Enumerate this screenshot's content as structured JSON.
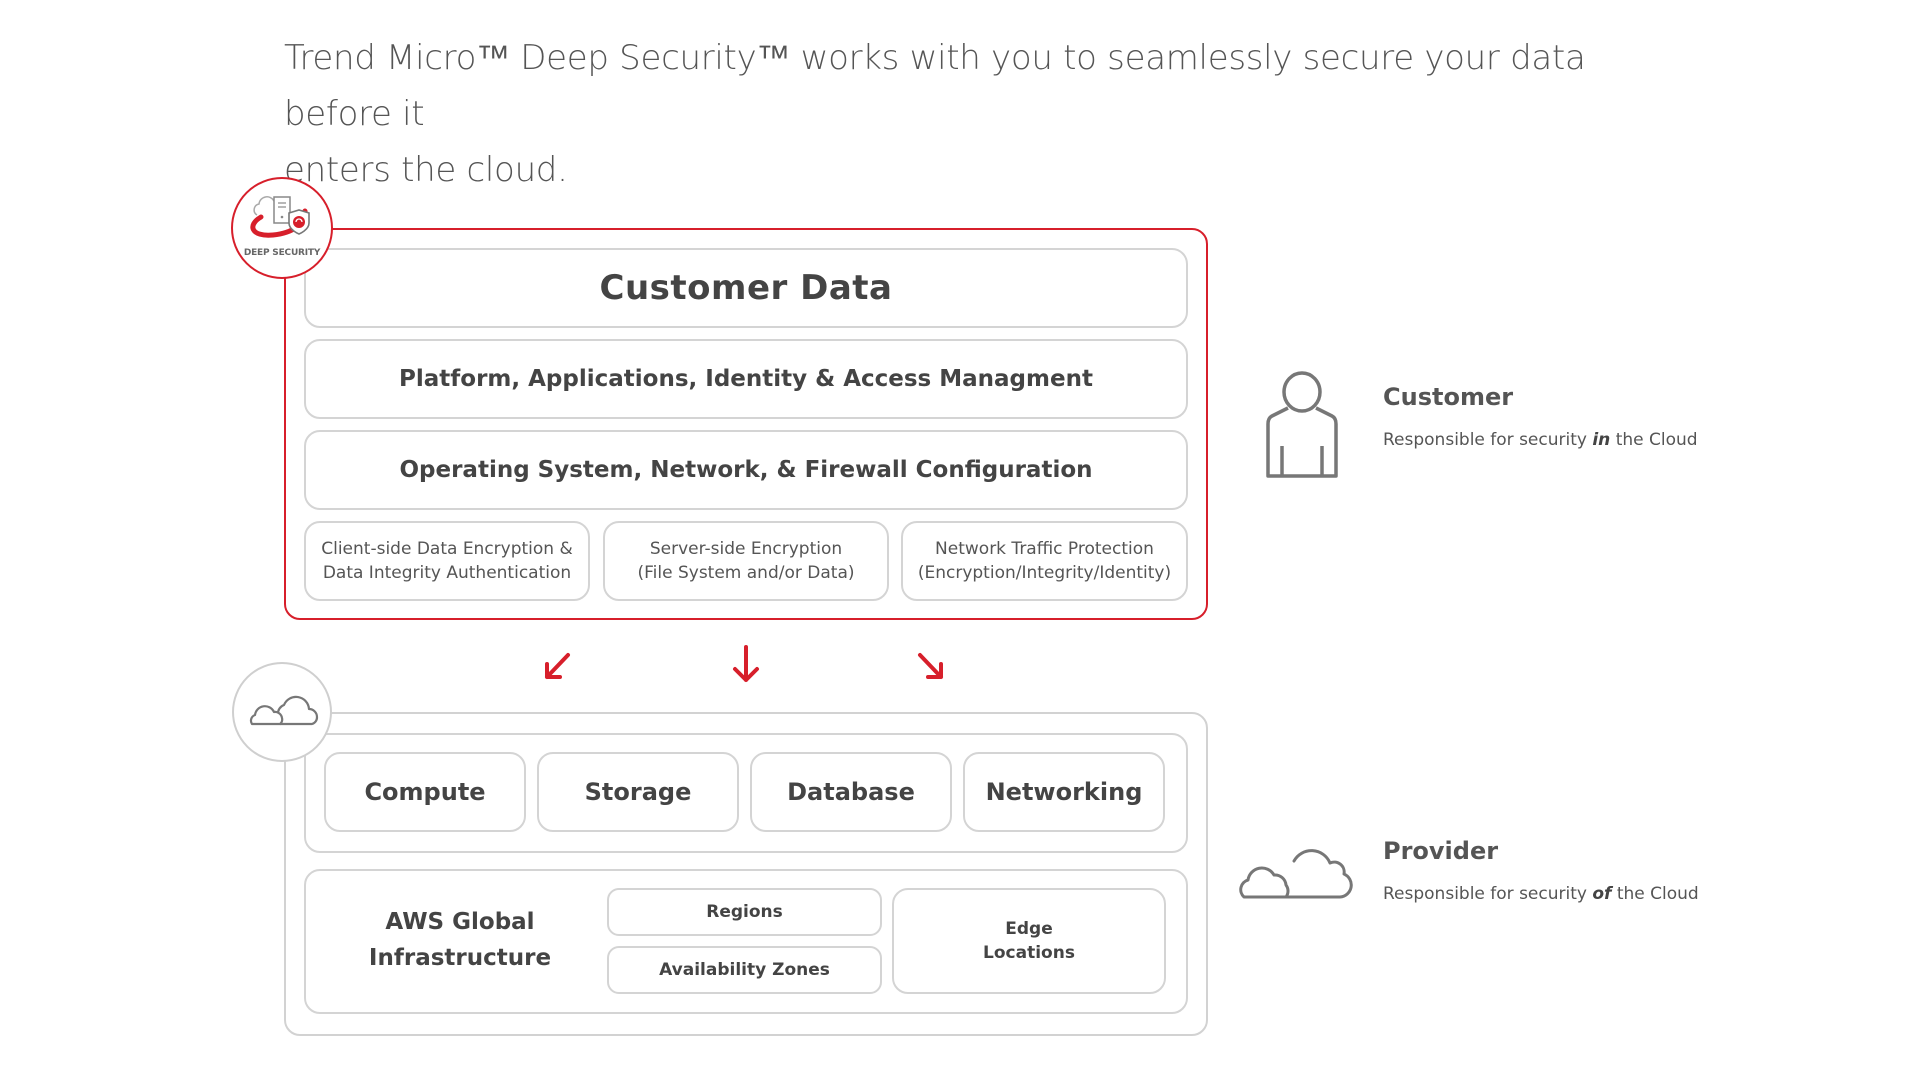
{
  "headline": {
    "line1": "Trend Micro™ Deep Security™ works with you to seamlessly secure your data before it",
    "line2": "enters the cloud."
  },
  "customer_stack": {
    "badge_label": "DEEP SECURITY",
    "badge_icon": "deep-security-logo-icon",
    "rows": [
      {
        "label": "Customer Data"
      },
      {
        "label": "Platform, Applications, Identity & Access Managment"
      },
      {
        "label": "Operating System, Network, & Firewall Configuration"
      }
    ],
    "encryption_boxes": [
      {
        "line1": "Client-side Data Encryption &",
        "line2": "Data Integrity Authentication"
      },
      {
        "line1": "Server-side Encryption",
        "line2": "(File System and/or Data)"
      },
      {
        "line1": "Network Traffic Protection",
        "line2": "(Encryption/Integrity/Identity)"
      }
    ],
    "accent_color": "#d71f2b"
  },
  "arrows": [
    "arrow-down-left-icon",
    "arrow-down-icon",
    "arrow-down-right-icon"
  ],
  "provider_stack": {
    "badge_icon": "cloud-icon",
    "services": [
      "Compute",
      "Storage",
      "Database",
      "Networking"
    ],
    "infrastructure": {
      "title_line1": "AWS Global",
      "title_line2": "Infrastructure",
      "regions": "Regions",
      "availability_zones": "Availability Zones",
      "edge_line1": "Edge",
      "edge_line2": "Locations"
    }
  },
  "legend": {
    "customer": {
      "icon": "person-icon",
      "title": "Customer",
      "desc_prefix": "Responsible for security ",
      "desc_emphasis": "in",
      "desc_suffix": " the Cloud"
    },
    "provider": {
      "icon": "cloud-icon",
      "title": "Provider",
      "desc_prefix": "Responsible for security ",
      "desc_emphasis": "of",
      "desc_suffix": " the Cloud"
    }
  }
}
